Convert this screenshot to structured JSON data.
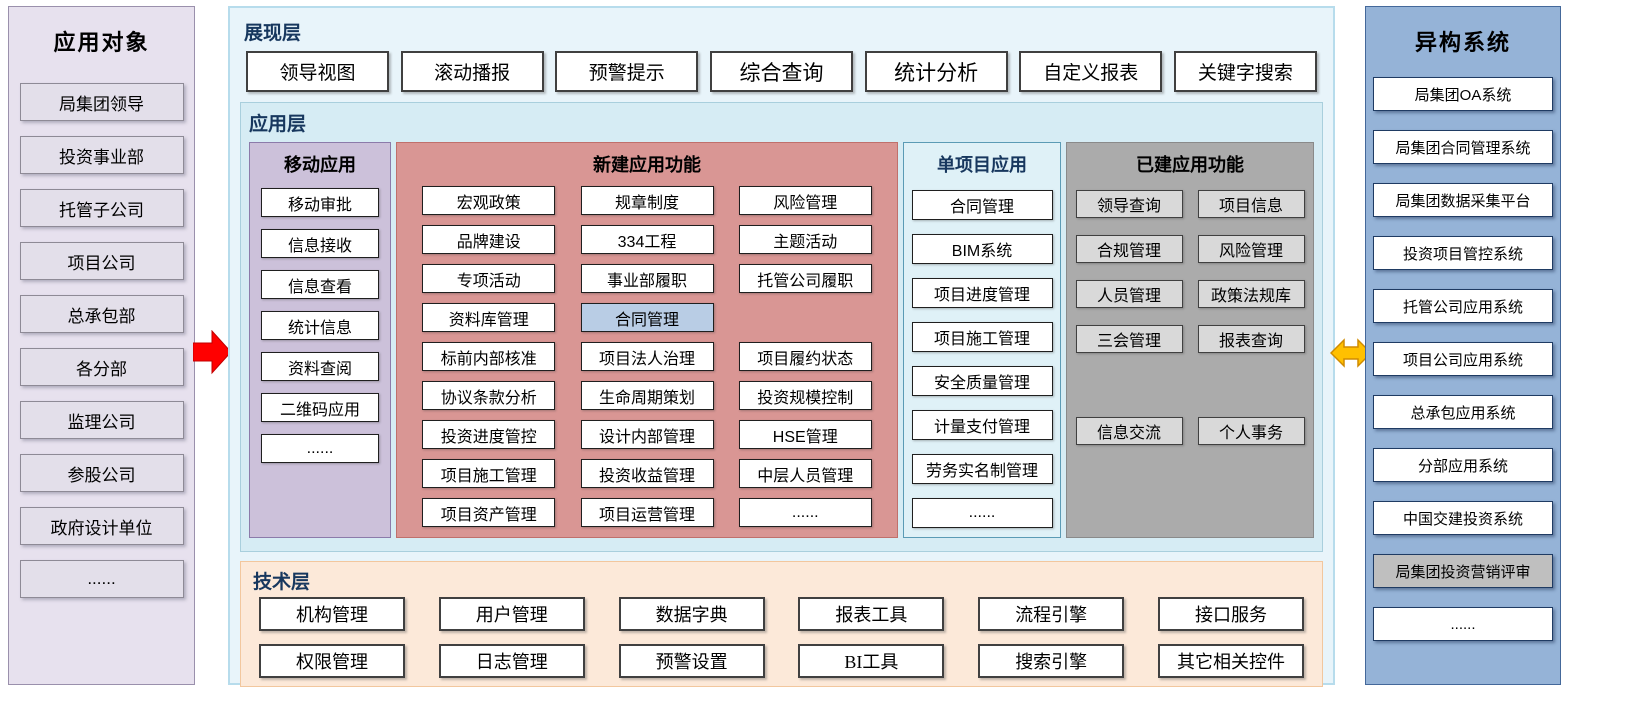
{
  "app_objects": {
    "title": "应用对象",
    "items": [
      "局集团领导",
      "投资事业部",
      "托管子公司",
      "项目公司",
      "总承包部",
      "各分部",
      "监理公司",
      "参股公司",
      "政府设计单位",
      "......"
    ]
  },
  "presentation": {
    "title": "展现层",
    "items": [
      "领导视图",
      "滚动播报",
      "预警提示",
      "综合查询",
      "统计分析",
      "自定义报表",
      "关键字搜索"
    ]
  },
  "application": {
    "title": "应用层",
    "mobile": {
      "title": "移动应用",
      "items": [
        "移动审批",
        "信息接收",
        "信息查看",
        "统计信息",
        "资料查阅",
        "二维码应用",
        "......"
      ]
    },
    "new_functions": {
      "title": "新建应用功能",
      "col1": [
        "宏观政策",
        "品牌建设",
        "专项活动",
        "资料库管理",
        "标前内部核准",
        "协议条款分析",
        "投资进度管控",
        "项目施工管理",
        "项目资产管理"
      ],
      "col2": [
        "规章制度",
        "334工程",
        "事业部履职",
        "合同管理",
        "项目法人治理",
        "生命周期策划",
        "设计内部管理",
        "投资收益管理",
        "项目运营管理"
      ],
      "col3": [
        "风险管理",
        "主题活动",
        "托管公司履职",
        "项目履约状态",
        "投资规模控制",
        "HSE管理",
        "中层人员管理",
        "......"
      ]
    },
    "single_project": {
      "title": "单项目应用",
      "items": [
        "合同管理",
        "BIM系统",
        "项目进度管理",
        "项目施工管理",
        "安全质量管理",
        "计量支付管理",
        "劳务实名制管理",
        "......"
      ]
    },
    "existing": {
      "title": "已建应用功能",
      "items": [
        "领导查询",
        "项目信息",
        "合规管理",
        "风险管理",
        "人员管理",
        "政策法规库",
        "三会管理",
        "报表查询",
        "信息交流",
        "个人事务"
      ]
    }
  },
  "technology": {
    "title": "技术层",
    "row1": [
      "机构管理",
      "用户管理",
      "数据字典",
      "报表工具",
      "流程引擎",
      "接口服务"
    ],
    "row2": [
      "权限管理",
      "日志管理",
      "预警设置",
      "BI工具",
      "搜索引擎",
      "其它相关控件"
    ]
  },
  "hetero_systems": {
    "title": "异构系统",
    "items": [
      "局集团OA系统",
      "局集团合同管理系统",
      "局集团数据采集平台",
      "投资项目管控系统",
      "托管公司应用系统",
      "项目公司应用系统",
      "总承包应用系统",
      "分部应用系统",
      "中国交建投资系统",
      "局集团投资营销评审",
      "......"
    ]
  },
  "colors": {
    "left_panel_bg": "#E7E1EE",
    "middle_bg": "#E8F4FA",
    "app_layer_bg": "#D6ECF4",
    "mobile_panel_bg": "#CCC1DA",
    "new_panel_bg": "#D99694",
    "single_panel_bg": "#DFF1F7",
    "existing_panel_bg": "#ABABAB",
    "existing_cell": "#D9D9D9",
    "tech_layer_bg": "#FCE9D9",
    "right_panel_bg": "#95B3D7",
    "highlight_cell": "#B9CDE5",
    "gray_cell": "#BFBFBF",
    "red_arrow": "#FF0000",
    "yellow_arrow": "#FFC000",
    "layer_label": "#17375E"
  }
}
